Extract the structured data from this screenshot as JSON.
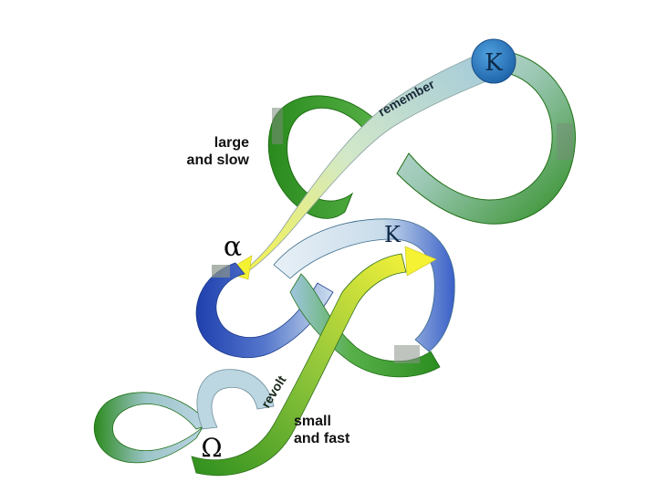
{
  "labels": {
    "large_line1": "large",
    "large_line2": "and  slow",
    "small_line1": "small",
    "small_line2": "and fast",
    "remember": "remember",
    "revolt": "revolt",
    "k_top": "K",
    "k_middle": "K",
    "alpha": "α",
    "omega": "Ω"
  },
  "colors": {
    "dark_green": "#2f8f1f",
    "mid_green": "#4fb33a",
    "pale_blue": "#c8dcea",
    "blue": "#2a55c8",
    "k_circle": "#2b7cc0",
    "yellow": "#f4f232",
    "gray": "#9aa49a"
  }
}
